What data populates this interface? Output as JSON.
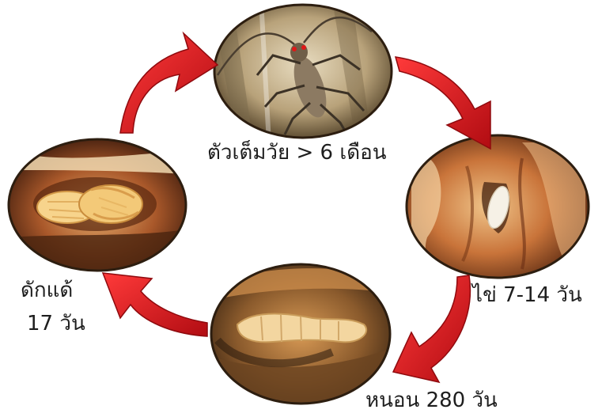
{
  "stages": {
    "adult": {
      "label": "ตัวเต็มวัย > 6 เดือน"
    },
    "egg": {
      "label": "ไข่ 7-14 วัน"
    },
    "larva": {
      "label": "หนอน 280 วัน"
    },
    "pupa": {
      "label": "ดักแด้",
      "duration": "17 วัน"
    }
  },
  "colors": {
    "arrow": "#e0161c",
    "arrow_dark": "#a30d12",
    "text": "#1e1e1e"
  }
}
